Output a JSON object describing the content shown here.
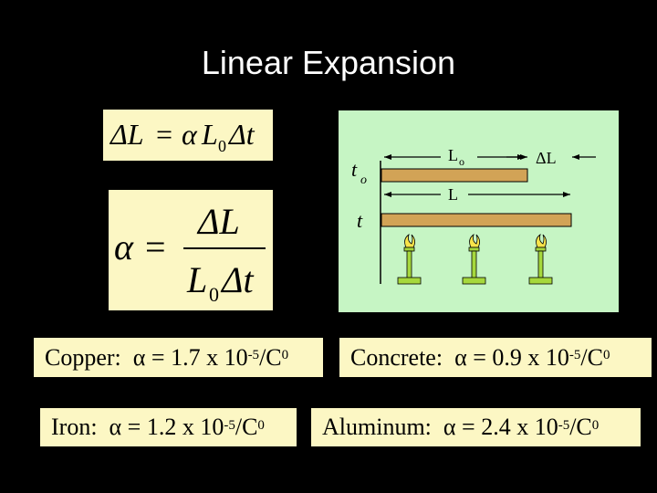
{
  "slide": {
    "title": "Linear Expansion"
  },
  "equations": {
    "eq1": {
      "lhs": "ΔL",
      "op": "=",
      "rhs_alpha": "α",
      "rhs_L": "L",
      "rhs_sub": "0",
      "rhs_dt": "Δt"
    },
    "eq2": {
      "lhs": "α",
      "op": "=",
      "num": "ΔL",
      "den_L": "L",
      "den_sub": "0",
      "den_dt": "Δt"
    }
  },
  "diagram": {
    "t0_label": "t",
    "t0_sub": "o",
    "t_label": "t",
    "L0_label": "L",
    "L0_sub": "o",
    "L_label": "L",
    "dL_label": "ΔL",
    "colors": {
      "rod": "#d2a356",
      "flame": "#f8e44a",
      "burner": "#a6d83c"
    }
  },
  "materials": [
    {
      "name": "Copper:",
      "symbol": "α",
      "eq": "=",
      "value": "1.7 x 10",
      "exp": "-5",
      "unit": "/C",
      "unit_sup": "0"
    },
    {
      "name": "Concrete:",
      "symbol": "α",
      "eq": "=",
      "value": "0.9 x 10",
      "exp": "-5",
      "unit": "/C",
      "unit_sup": "0"
    },
    {
      "name": "Iron:",
      "symbol": "α",
      "eq": "=",
      "value": "1.2 x 10",
      "exp": "-5",
      "unit": "/C",
      "unit_sup": "0"
    },
    {
      "name": "Aluminum:",
      "symbol": "α",
      "eq": "=",
      "value": "2.4 x 10",
      "exp": "-5",
      "unit": "/C",
      "unit_sup": "0"
    }
  ]
}
